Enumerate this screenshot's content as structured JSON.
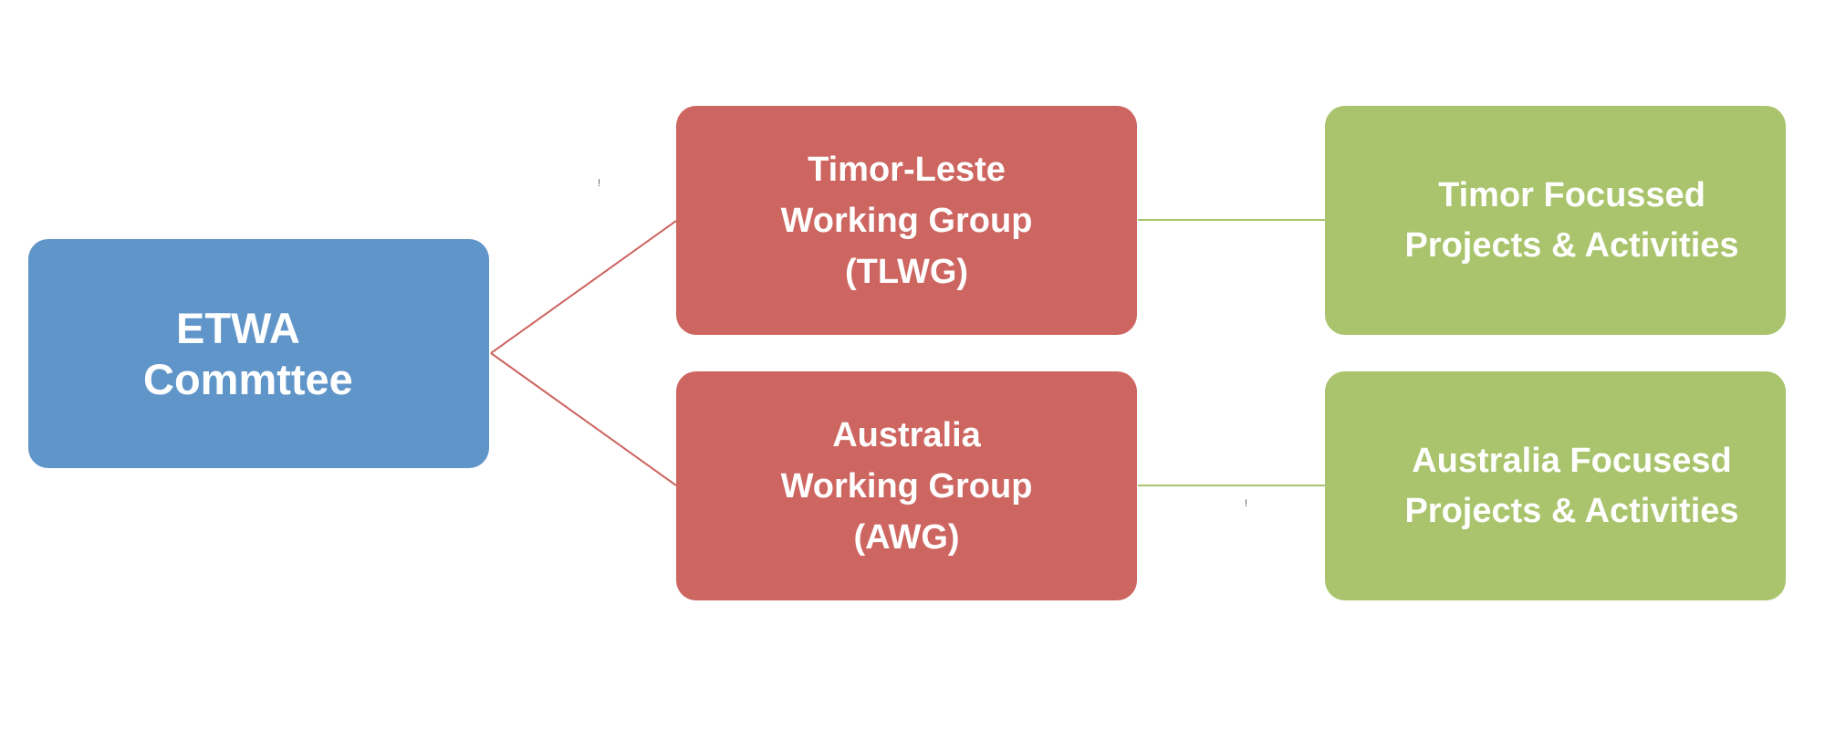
{
  "root": {
    "lines": [
      "ETWA",
      "Commttee"
    ],
    "color": "#6095c9"
  },
  "working_groups": [
    {
      "lines": [
        "Timor-Leste",
        "Working Group",
        "(TLWG)"
      ],
      "color": "#cd6560"
    },
    {
      "lines": [
        "Australia",
        "Working Group",
        "(AWG)"
      ],
      "color": "#cd6560"
    }
  ],
  "focus_areas": [
    {
      "lines": [
        "Timor Focussed",
        "Projects & Activities"
      ],
      "color": "#a9c46c"
    },
    {
      "lines": [
        "Australia Focusesd",
        "Projects & Activities"
      ],
      "color": "#a9c46c"
    }
  ],
  "markers": [
    "!",
    "!"
  ],
  "connector_colors": {
    "root_to_groups": "#cd6560",
    "groups_to_focus": "#a9c46c"
  }
}
